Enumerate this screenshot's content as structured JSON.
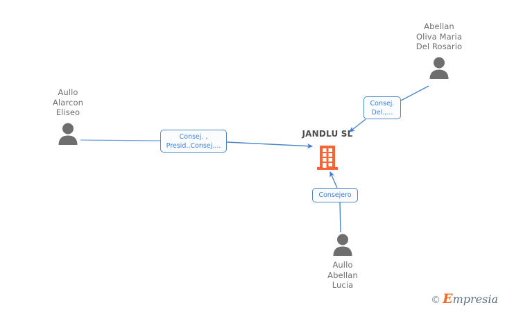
{
  "diagram": {
    "type": "org-relationship-graph",
    "background_color": "#ffffff",
    "company": {
      "name": "JANDLU SL",
      "icon": "company-building-icon",
      "icon_color": "#fa6432",
      "name_color": "#4d4d4d"
    },
    "people": [
      {
        "id": "aullo-alarcon-eliseo",
        "name": "Aullo\nAlarcon\nEliseo",
        "icon": "person-avatar-icon",
        "icon_color": "#6e6e6e",
        "label_position": "above"
      },
      {
        "id": "abellan-oliva-maria-del-rosario",
        "name": "Abellan\nOliva Maria\nDel Rosario",
        "icon": "person-avatar-icon",
        "icon_color": "#6e6e6e",
        "label_position": "above"
      },
      {
        "id": "aullo-abellan-lucia",
        "name": "Aullo\nAbellan\nLucia",
        "icon": "person-avatar-icon",
        "icon_color": "#6e6e6e",
        "label_position": "below"
      }
    ],
    "relations": [
      {
        "id": "rel-eliseo",
        "from": "aullo-alarcon-eliseo",
        "to": "JANDLU SL",
        "label": "Consej. ,\nPresid.,Consej....",
        "edge_color": "#4a86c8"
      },
      {
        "id": "rel-maria",
        "from": "abellan-oliva-maria-del-rosario",
        "to": "JANDLU SL",
        "label": "Consej.\nDel.,...",
        "edge_color": "#4a86c8"
      },
      {
        "id": "rel-lucia",
        "from": "aullo-abellan-lucia",
        "to": "JANDLU SL",
        "label": "Consejero",
        "edge_color": "#4a86c8"
      }
    ]
  },
  "watermark": {
    "copyright": "©",
    "brand_initial": "E",
    "brand_rest": "mpresia",
    "initial_color": "#f26a21",
    "text_color": "#5d7081"
  }
}
